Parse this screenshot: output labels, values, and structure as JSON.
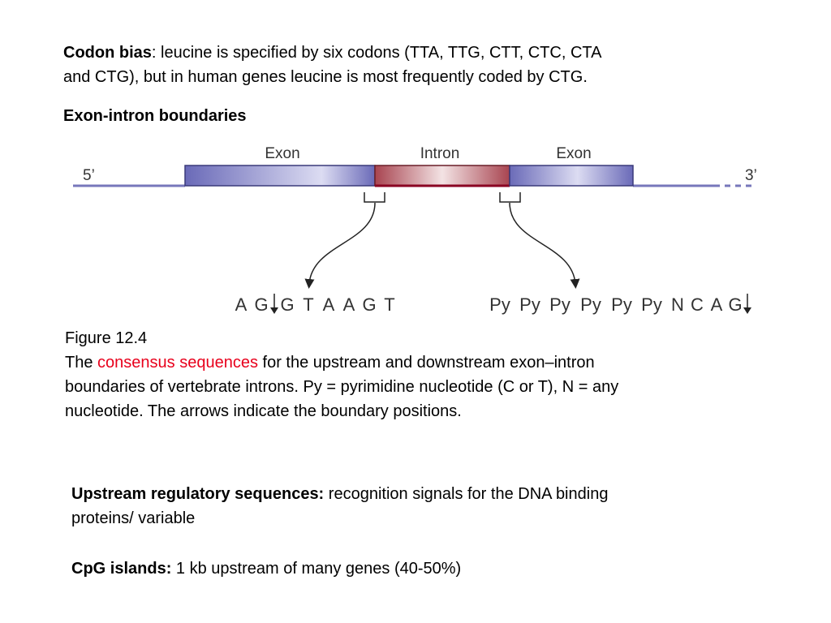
{
  "codon": {
    "term": "Codon bias",
    "line1": ": leucine is specified by six codons (TTA, TTG, CTT, CTC, CTA",
    "line2": "and CTG), but in human genes leucine is most frequently coded by CTG."
  },
  "section_heading": "Exon-intron boundaries",
  "diagram": {
    "five_prime": "5’",
    "three_prime": "3’",
    "exon_left_label": "Exon",
    "intron_label": "Intron",
    "exon_right_label": "Exon",
    "upstream_seq": [
      "A",
      "G",
      "G",
      "T",
      "A",
      "A",
      "G",
      "T"
    ],
    "downstream_seq": [
      "Py",
      "Py",
      "Py",
      "Py",
      "Py",
      "Py",
      "N",
      "C",
      "A",
      "G"
    ],
    "colors": {
      "exon": "#6e6ec0",
      "intron": "#a84450",
      "strand": "#7777bb"
    }
  },
  "figure": {
    "number": "Figure 12.4",
    "caption_prefix": "The ",
    "caption_highlight": "consensus sequences",
    "caption_line1_rest": " for the upstream and downstream exon–intron",
    "caption_line2": "boundaries of vertebrate introns. Py = pyrimidine nucleotide (C or T), N = any",
    "caption_line3": "nucleotide. The arrows indicate the boundary positions.",
    "highlight_color": "#e8001c"
  },
  "upstream": {
    "term": "Upstream regulatory sequences:",
    "line1": " recognition signals for the DNA binding",
    "line2": "proteins/ variable"
  },
  "cpg": {
    "term": "CpG islands:",
    "text": " 1 kb upstream of many genes (40-50%)"
  }
}
